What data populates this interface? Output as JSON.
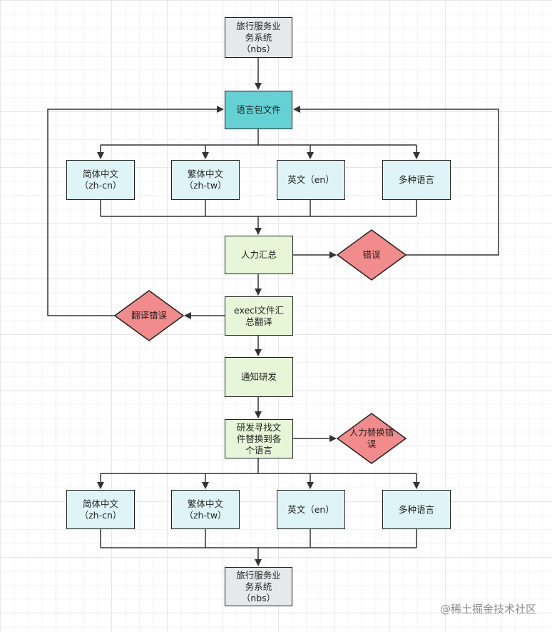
{
  "colors": {
    "gray": "#e6e9ea",
    "teal": "#64d2d4",
    "light_blue": "#dff4f7",
    "light_green": "#e6f6d6",
    "decision_red": "#f28b8b",
    "line": "#333333"
  },
  "nodes": {
    "nbs_top": "旅行服务业\n务系统\n（nbs）",
    "lang_pack": "语言包文件",
    "zh_cn_1": "简体中文\n（zh-cn）",
    "zh_tw_1": "繁体中文\n（zh-tw）",
    "en_1": "英文（en）",
    "multi_1": "多种语言",
    "manual_summary": "人力汇总",
    "error_1": "错误",
    "excel_translate": "execl文件汇\n总翻译",
    "translate_error": "翻译错误",
    "notify_dev": "通知研发",
    "dev_replace": "研发寻找文\n件替换到各\n个语言",
    "manual_replace_error": "人力替换错\n误",
    "zh_cn_2": "简体中文\n（zh-cn）",
    "zh_tw_2": "繁体中文\n（zh-tw）",
    "en_2": "英文（en）",
    "multi_2": "多种语言",
    "nbs_bottom": "旅行服务业\n务系统\n（nbs）"
  },
  "watermark": "@稀土掘金技术社区"
}
